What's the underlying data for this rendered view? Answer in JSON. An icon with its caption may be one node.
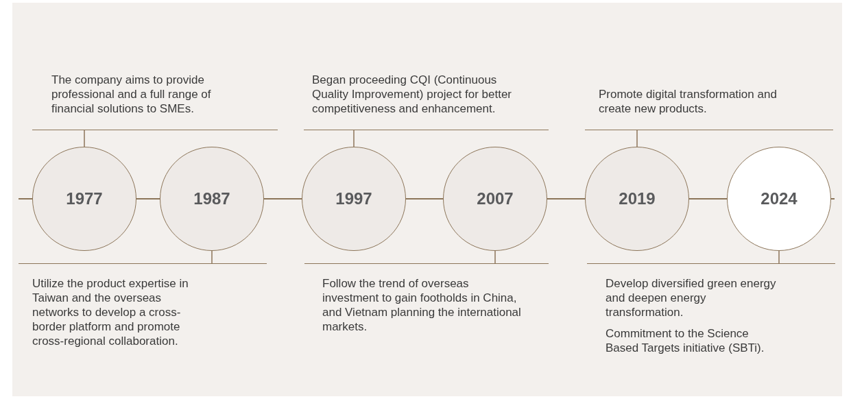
{
  "diagram": {
    "nodes": [
      {
        "text": [
          "The company aims to provide professional and a full range of financial solutions to SMEs."
        ]
      },
      {
        "text": [
          "Began proceeding CQI (Continuous Quality Improvement) project for better competitiveness and enhancement."
        ]
      },
      {
        "text": [
          "Promote digital transformation and create new products."
        ]
      },
      {
        "text": [
          "1977"
        ]
      },
      {
        "text": [
          "1987"
        ]
      },
      {
        "text": [
          "1997"
        ]
      },
      {
        "text": [
          "2007"
        ]
      },
      {
        "text": [
          "2019"
        ]
      },
      {
        "text": [
          "2024"
        ]
      },
      {
        "text": [
          "Utilize the product expertise in Taiwan and the overseas networks to develop a cross-border platform and promote cross-regional collaboration."
        ]
      },
      {
        "text": [
          "Follow the trend of overseas investment to gain footholds in China, and Vietnam planning the international markets."
        ]
      },
      {
        "text": [
          "Develop diversified green energy and deepen energy transformation.",
          "Commitment to the Science Based Targets initiative (SBTi)."
        ]
      }
    ],
    "edges": [
      {
        "from": null,
        "to": 3,
        "arrow": "none"
      },
      {
        "from": 3,
        "to": 4,
        "arrow": "none"
      },
      {
        "from": 4,
        "to": 5,
        "arrow": "none"
      },
      {
        "from": 5,
        "to": 6,
        "arrow": "none"
      },
      {
        "from": 6,
        "to": 7,
        "arrow": "none"
      },
      {
        "from": 7,
        "to": 8,
        "arrow": "none"
      },
      {
        "from": 8,
        "to": null,
        "arrow": "none"
      },
      {
        "from": 0,
        "to": 3,
        "arrow": "none"
      },
      {
        "from": 1,
        "to": 5,
        "arrow": "none"
      },
      {
        "from": 2,
        "to": 7,
        "arrow": "none"
      },
      {
        "from": 9,
        "to": 4,
        "arrow": "none"
      },
      {
        "from": 10,
        "to": 6,
        "arrow": "none"
      },
      {
        "from": 11,
        "to": 8,
        "arrow": "none"
      }
    ]
  }
}
